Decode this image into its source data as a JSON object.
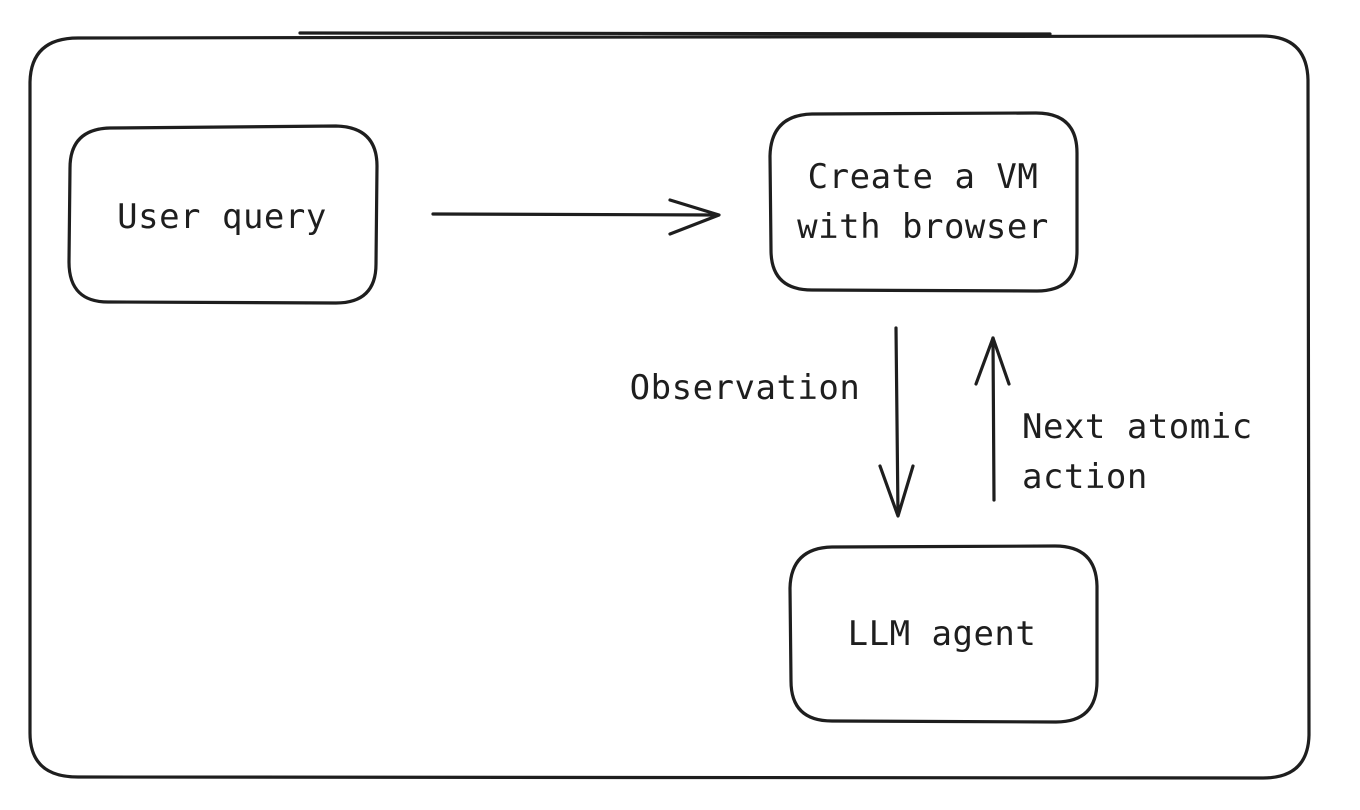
{
  "nodes": {
    "user_query": {
      "label": "User query"
    },
    "create_vm": {
      "line1": "Create a VM",
      "line2": "with browser"
    },
    "llm_agent": {
      "label": "LLM agent"
    }
  },
  "edges": {
    "observation": {
      "label": "Observation"
    },
    "next_action": {
      "line1": "Next atomic",
      "line2": "action"
    }
  }
}
